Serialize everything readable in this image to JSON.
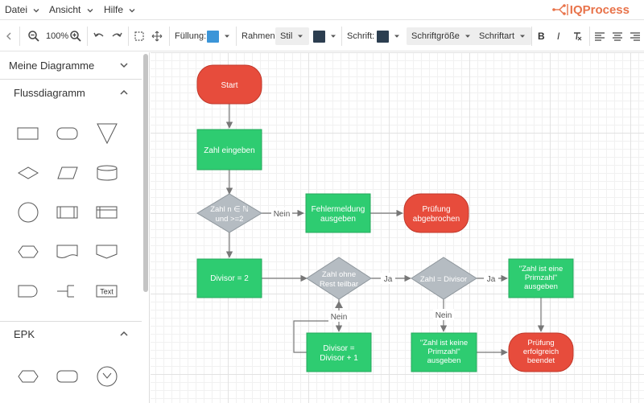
{
  "menu": {
    "file": "Datei",
    "view": "Ansicht",
    "help": "Hilfe"
  },
  "brand": {
    "name": "IQProcess",
    "color": "#e8734a"
  },
  "toolbar": {
    "zoom": "100%",
    "fill_label": "Füllung:",
    "fill_color": "#3b95d8",
    "border_label": "Rahmen:",
    "border_style": "Stil",
    "border_color": "#2c3e50",
    "font_label": "Schrift:",
    "font_color": "#2c3e50",
    "font_size": "Schriftgröße",
    "font_type": "Schriftart",
    "bold": "B",
    "italic": "I"
  },
  "sidebar": {
    "my_diagrams": "Meine Diagramme",
    "flowchart": "Flussdiagramm",
    "epk": "EPK",
    "text_shape": "Text"
  },
  "colors": {
    "terminal": "#e74c3c",
    "process": "#2ecc71",
    "decision": "#b5bcc2",
    "connector": "#777777"
  },
  "diagram": {
    "start": "Start",
    "input": "Zahl eingeben",
    "decision1": [
      "Zahl n ∈ ℕ",
      "und >=2"
    ],
    "error": [
      "Fehlermeldung",
      "ausgeben"
    ],
    "aborted": [
      "Prüfung",
      "abgebrochen"
    ],
    "divisor_init": "Divisor = 2",
    "decision2": [
      "Zahl ohne",
      "Rest teilbar"
    ],
    "decision3": "Zahl = Divisor",
    "is_prime": [
      "\"Zahl ist eine",
      "Primzahl\"",
      "ausgeben"
    ],
    "not_prime": [
      "\"Zahl ist keine",
      "Primzahl\"",
      "ausgeben"
    ],
    "increment": [
      "Divisor =",
      "Divisor + 1"
    ],
    "success": [
      "Prüfung",
      "erfolgreich",
      "beendet"
    ],
    "no": "Nein",
    "yes": "Ja"
  }
}
